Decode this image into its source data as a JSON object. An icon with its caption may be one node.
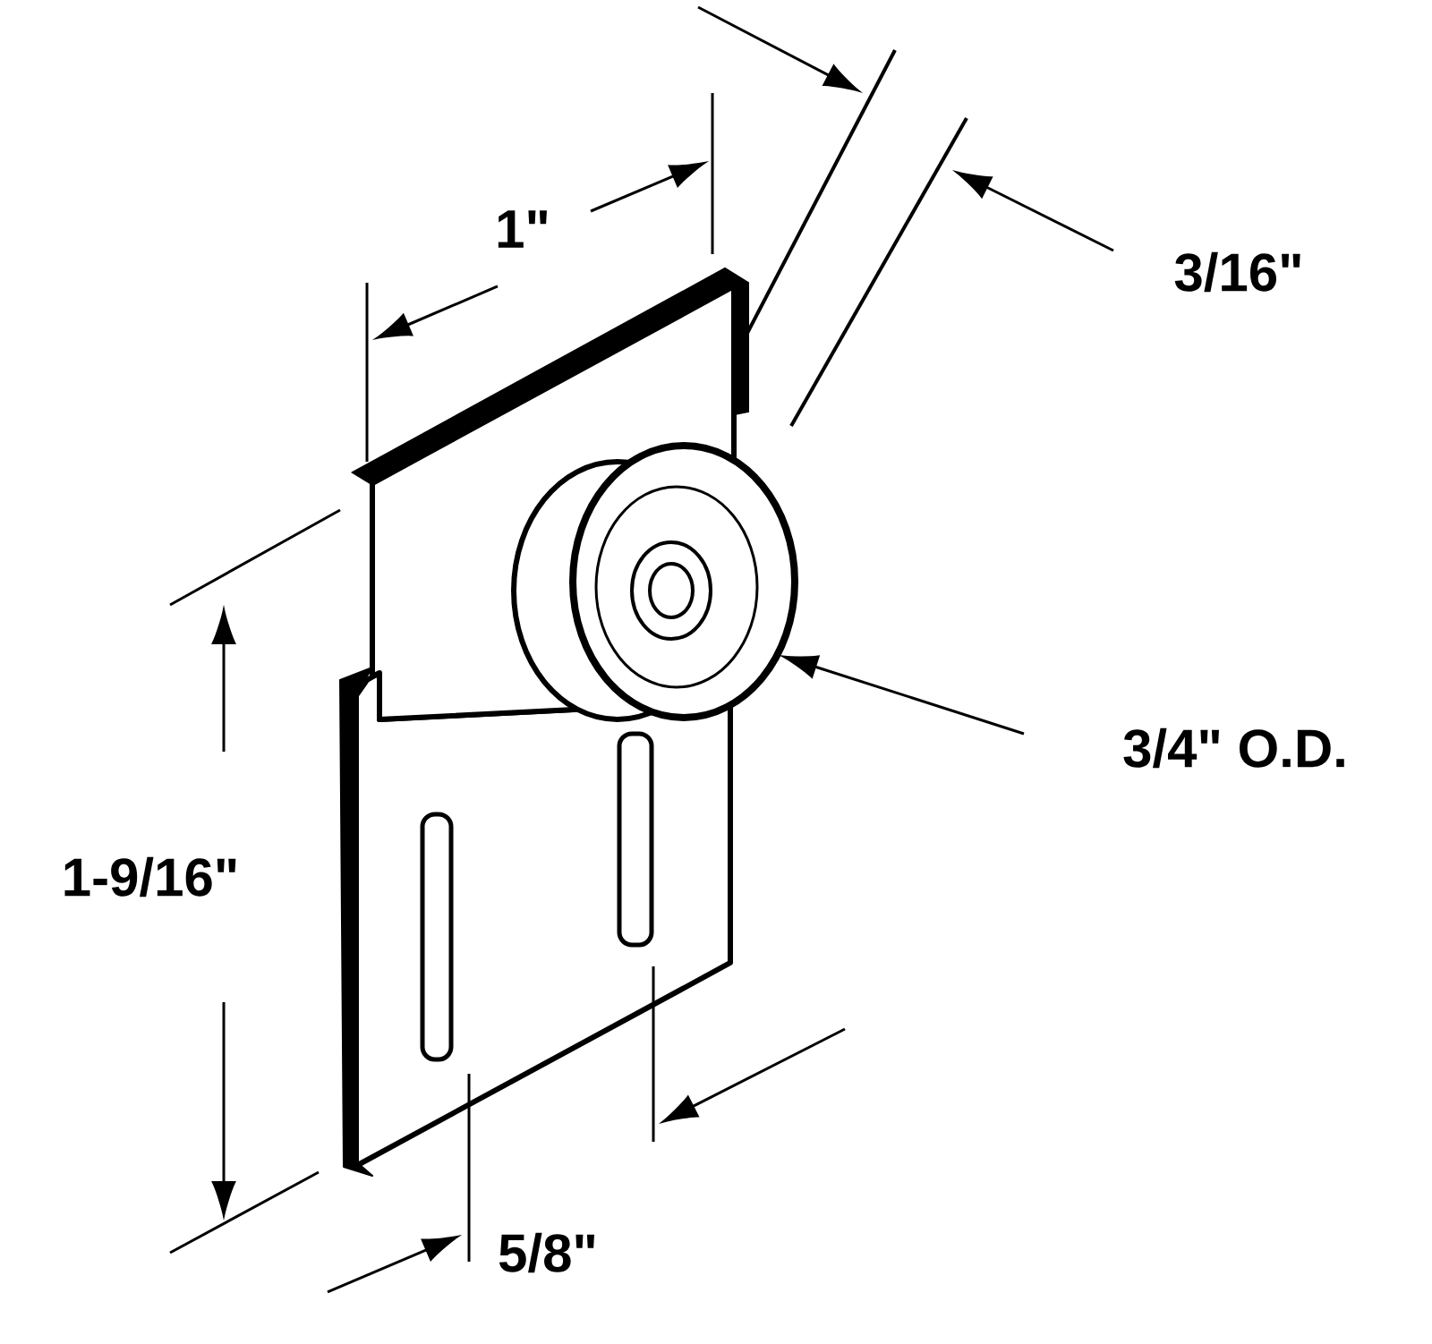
{
  "diagram": {
    "labels": [
      "1\"",
      "3/16\"",
      "3/4\" O.D.",
      "1-9/16\"",
      "5/8\""
    ]
  }
}
